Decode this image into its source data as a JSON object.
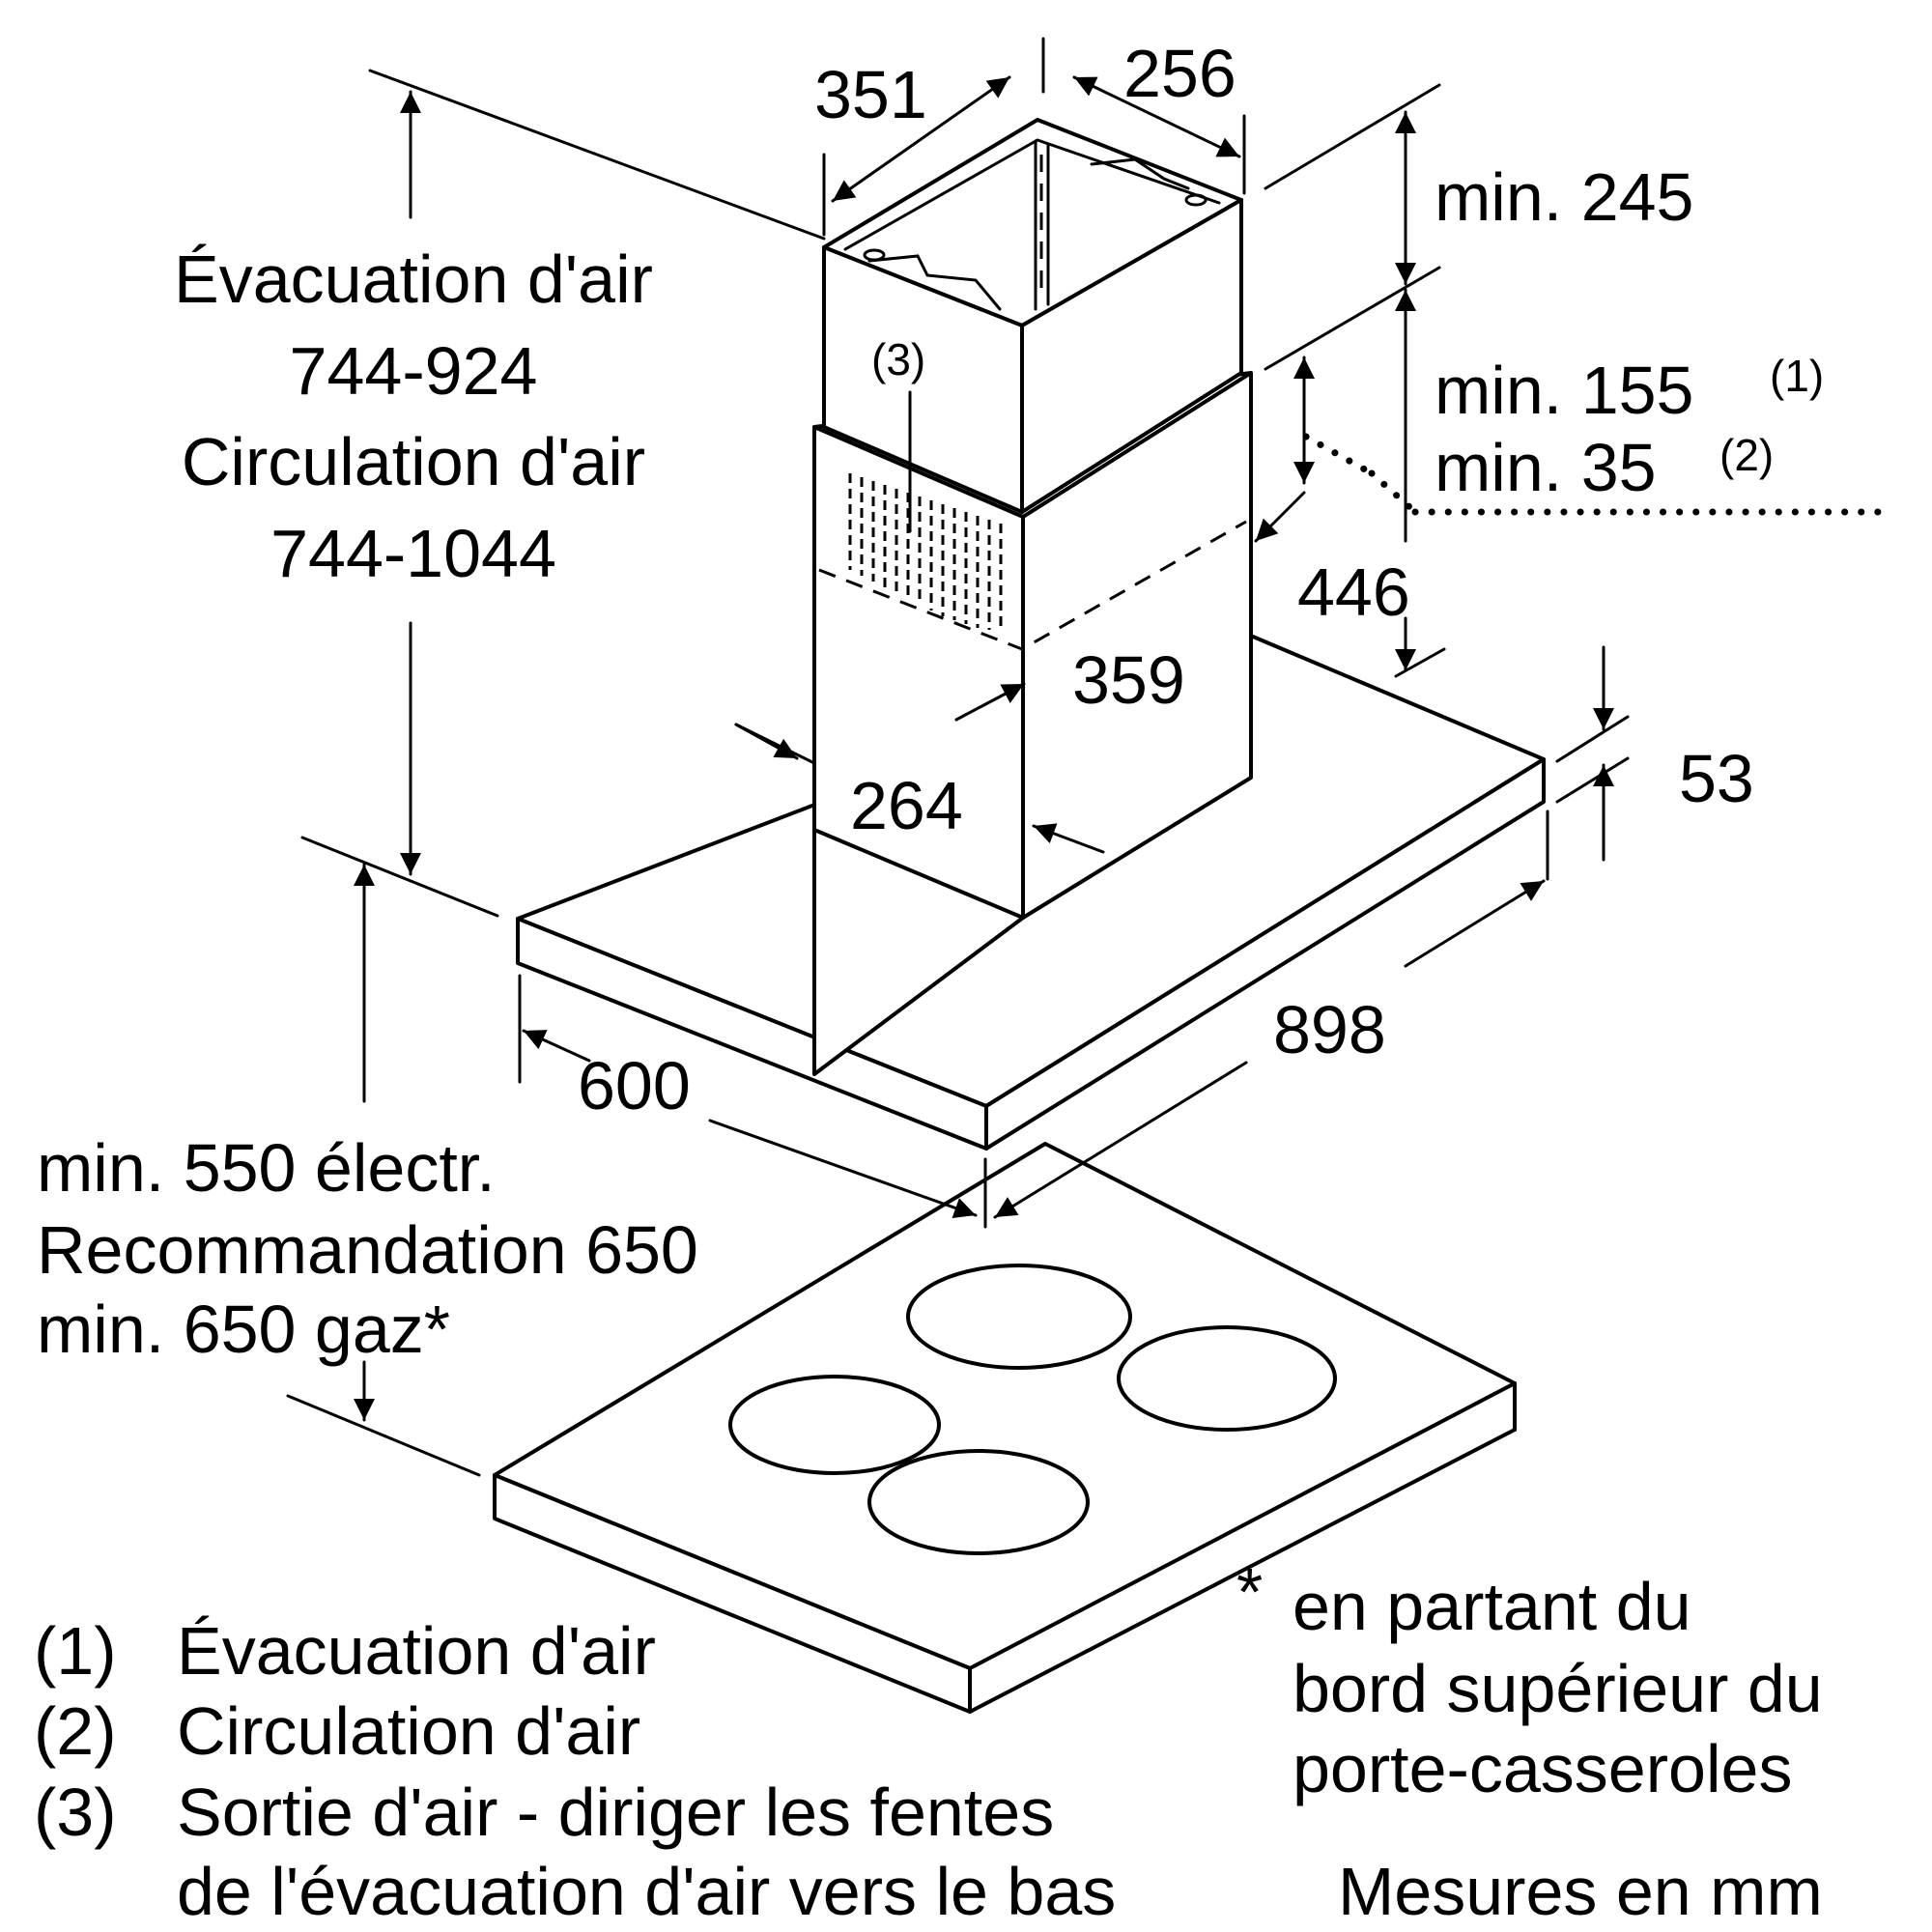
{
  "dimensions": {
    "chimney_top_depth": "351",
    "chimney_top_width": "256",
    "min_top_clearance": "min. 245",
    "min_155": "min. 155",
    "min_155_ref": "(1)",
    "min_35": "min. 35",
    "min_35_ref": "(2)",
    "chimney_lower_width": "359",
    "chimney_lower_depth": "264",
    "chimney_to_hood": "446",
    "hood_thickness": "53",
    "hood_width": "898",
    "hood_depth": "600"
  },
  "height_label": {
    "line1": "Évacuation d'air",
    "line2": "744-924",
    "line3": "Circulation d'air",
    "line4": "744-1044"
  },
  "clearance_label": {
    "line1": "min. 550 électr.",
    "line2": "Recommandation 650",
    "line3": "min. 650 gaz*"
  },
  "callout_3": "(3)",
  "asterisk_note": {
    "mark": "*",
    "line1": "en partant du",
    "line2": "bord supérieur du",
    "line3": "porte-casseroles"
  },
  "legend": [
    {
      "num": "(1)",
      "text": "Évacuation d'air"
    },
    {
      "num": "(2)",
      "text": "Circulation d'air"
    },
    {
      "num": "(3)",
      "text": "Sortie d'air - diriger les fentes"
    },
    {
      "num": "",
      "text": "de l'évacuation d'air vers le bas"
    }
  ],
  "units_note": "Mesures en mm"
}
